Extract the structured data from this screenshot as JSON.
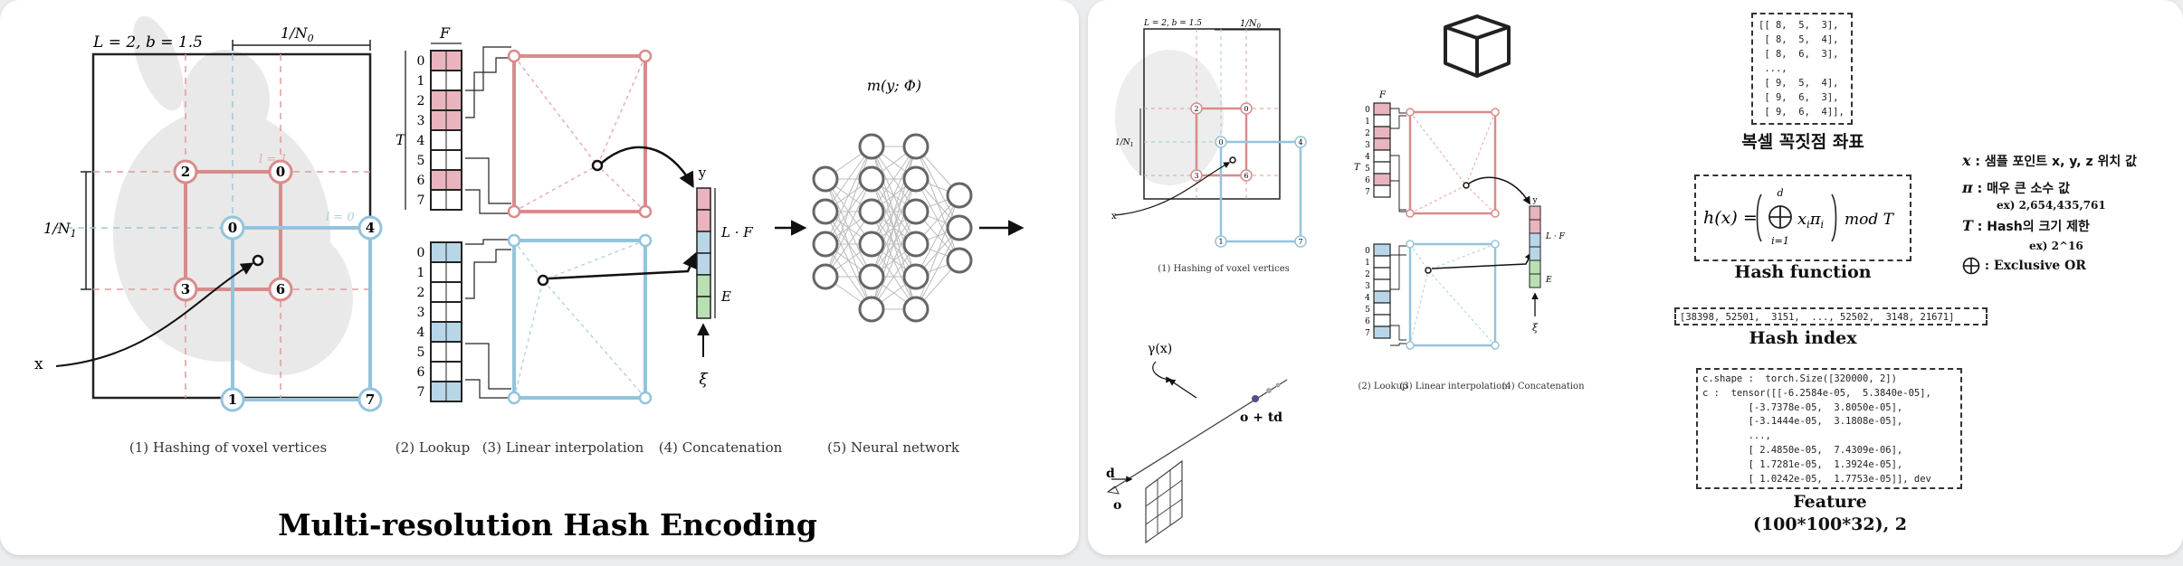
{
  "left_panel": {
    "title": "Multi-resolution Hash Encoding",
    "grid_params": "L = 2,  b = 1.5",
    "n0_label": "1/N",
    "n0_sub": "0",
    "n1_label": "1/N",
    "n1_sub": "1",
    "level1_label": "l = 1",
    "level0_label": "l = 0",
    "x_label": "x",
    "red_vertices": [
      "2",
      "0",
      "3",
      "6"
    ],
    "blue_vertices": [
      "0",
      "4",
      "1",
      "7"
    ],
    "table_f_label": "F",
    "table_t_label": "T",
    "table_indices": [
      "0",
      "1",
      "2",
      "3",
      "4",
      "5",
      "6",
      "7"
    ],
    "y_label": "y",
    "lf_label": "L · F",
    "e_label": "E",
    "xi_label": "ξ",
    "nn_label": "m(y; Φ)",
    "captions": [
      "(1) Hashing of voxel vertices",
      "(2) Lookup",
      "(3) Linear interpolation",
      "(4) Concatenation",
      "(5) Neural network"
    ]
  },
  "right_panel": {
    "small_diagram": {
      "grid_params": "L = 2,  b = 1.5",
      "n0_label": "1/N",
      "n0_sub": "0",
      "n1_label": "1/N",
      "n1_sub": "1",
      "x_label": "x",
      "caption": "(1) Hashing of voxel vertices",
      "red_vertices": [
        "2",
        "0",
        "3",
        "6"
      ],
      "blue_vertices": [
        "0",
        "4",
        "1",
        "7"
      ],
      "table_f_label": "F",
      "table_t_label": "T",
      "table_indices": [
        "0",
        "1",
        "2",
        "3",
        "4",
        "5",
        "6",
        "7"
      ],
      "y_label": "y",
      "lf_label": "L · F",
      "e_label": "E",
      "xi_label": "ξ",
      "captions": [
        "(2) Lookup",
        "(3) Linear interpolation",
        "(4) Concatenation"
      ]
    },
    "ray": {
      "gamma_label": "γ(x)",
      "point_label": "o + td",
      "d_label": "d",
      "o_label": "o"
    },
    "voxel_coords": {
      "lines": [
        "[[ 8,  5,  3],",
        " [ 8,  5,  4],",
        " [ 8,  6,  3],",
        " ...,",
        " [ 9,  5,  4],",
        " [ 9,  6,  3],",
        " [ 9,  6,  4]],"
      ],
      "caption": "복셀 꼭짓점 좌표"
    },
    "hash_function": {
      "formula_h": "h(x) =",
      "formula_sum": "x",
      "formula_sum_sub": "i",
      "formula_pi": "π",
      "formula_pi_sub": "i",
      "formula_top": "d",
      "formula_bottom": "i=1",
      "formula_mod": "mod T",
      "caption": "Hash function"
    },
    "notes": {
      "x_symbol": "x",
      "x_text": " : 샘플 포인트 x, y, z 위치 값",
      "pi_symbol": "π",
      "pi_text": " : 매우 큰 소수 값",
      "pi_example": "ex) 2,654,435,761",
      "t_symbol": "T",
      "t_text": " : Hash의 크기 제한",
      "t_example": "ex) 2^16",
      "xor_text": " : Exclusive OR"
    },
    "hash_index": {
      "value": "[38398, 52501,  3151,  ..., 52502,  3148, 21671]",
      "caption": "Hash index"
    },
    "feature": {
      "lines": [
        "c.shape :  torch.Size([320000, 2])",
        "c :  tensor([[-6.2584e-05,  5.3840e-05],",
        "        [-3.7378e-05,  3.8050e-05],",
        "        [-3.1444e-05,  3.1808e-05],",
        "        ...,",
        "        [ 2.4850e-05,  7.4309e-06],",
        "        [ 1.7281e-05,  1.3924e-05],",
        "        [ 1.0242e-05,  1.7753e-05]], dev"
      ],
      "caption": "Feature",
      "caption2": "(100*100*32), 2"
    }
  },
  "colors": {
    "red": "#d98b8b",
    "red_fill": "#e9b4bd",
    "blue": "#94c4dc",
    "blue_fill": "#b9d6e8",
    "green_fill": "#b9e0b2"
  }
}
